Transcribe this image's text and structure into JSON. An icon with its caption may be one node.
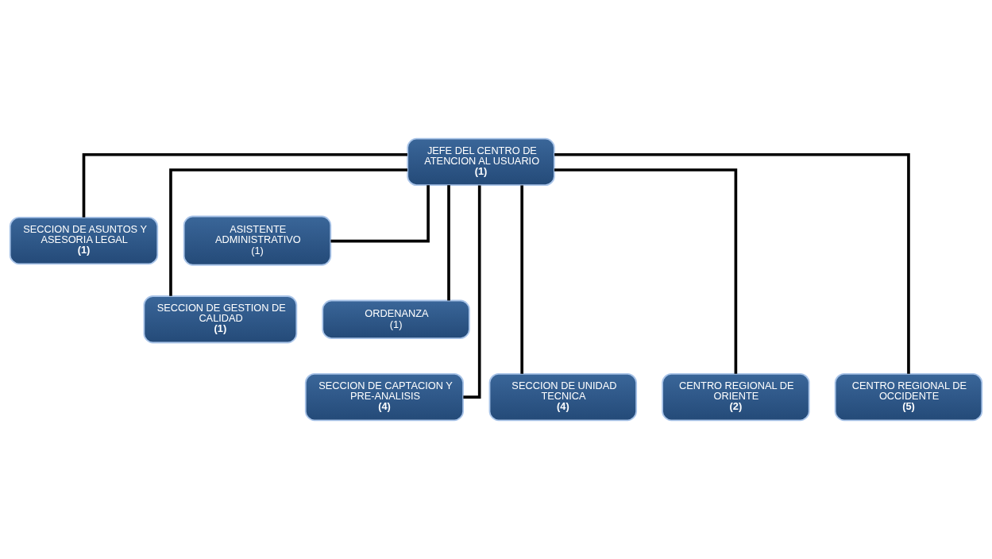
{
  "diagram": {
    "nodes": [
      {
        "text": [
          "JEFE DEL CENTRO DE ATENCION AL USUARIO",
          "**(1)**"
        ]
      },
      {
        "text": [
          "SECCION DE ASUNTOS Y ASESORIA LEGAL",
          "**(1)**"
        ]
      },
      {
        "text": [
          "ASISTENTE ADMINISTRATIVO",
          "(1)"
        ]
      },
      {
        "text": [
          "SECCION DE GESTION DE CALIDAD",
          "**(1)**"
        ]
      },
      {
        "text": [
          "ORDENANZA",
          "(1)"
        ]
      },
      {
        "text": [
          "SECCION DE CAPTACION Y PRE-ANALISIS",
          "**(4)**"
        ]
      },
      {
        "text": [
          "SECCION DE UNIDAD TECNICA",
          "**(4)**"
        ]
      },
      {
        "text": [
          "CENTRO REGIONAL DE ORIENTE",
          "**(2)**"
        ]
      },
      {
        "text": [
          "CENTRO REGIONAL DE OCCIDENTE",
          "**(5)**"
        ]
      }
    ],
    "edges": [
      {
        "from": 0,
        "to": 1,
        "arrow": "none"
      },
      {
        "from": 0,
        "to": 2,
        "arrow": "none"
      },
      {
        "from": 0,
        "to": 3,
        "arrow": "none"
      },
      {
        "from": 0,
        "to": 4,
        "arrow": "none"
      },
      {
        "from": 0,
        "to": 5,
        "arrow": "none"
      },
      {
        "from": 0,
        "to": 6,
        "arrow": "none"
      },
      {
        "from": 0,
        "to": 7,
        "arrow": "none"
      },
      {
        "from": 0,
        "to": 8,
        "arrow": "none"
      }
    ]
  }
}
